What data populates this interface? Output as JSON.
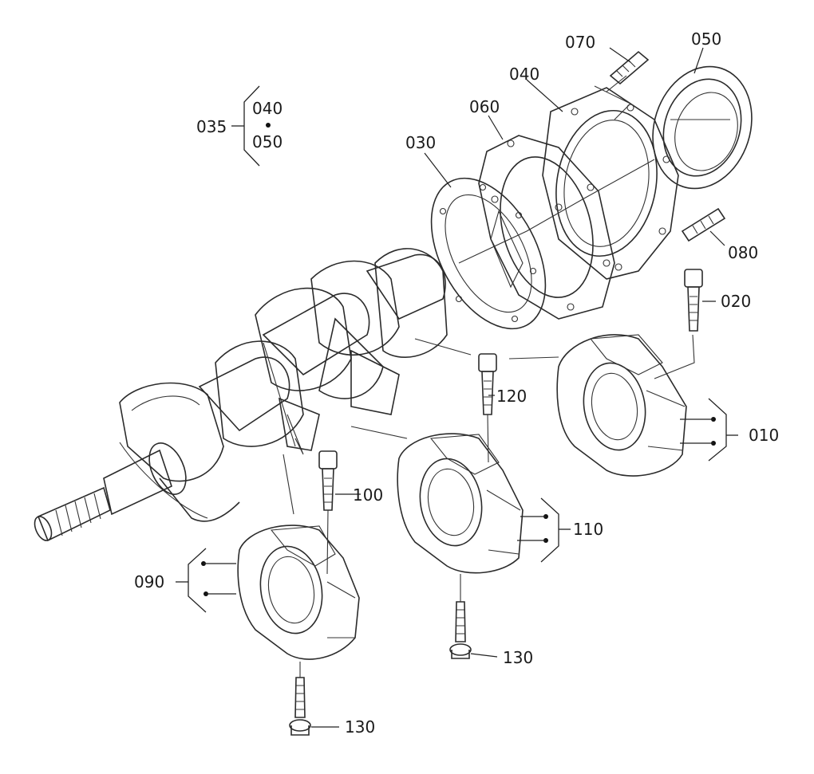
{
  "labels": {
    "p010": "010",
    "p020": "020",
    "p030": "030",
    "p035": "035",
    "p035_a": "040",
    "p035_b": "050",
    "p040": "040",
    "p050": "050",
    "p060": "060",
    "p070": "070",
    "p080": "080",
    "p090": "090",
    "p100": "100",
    "p110": "110",
    "p120": "120",
    "p130_a": "130",
    "p130_b": "130"
  }
}
